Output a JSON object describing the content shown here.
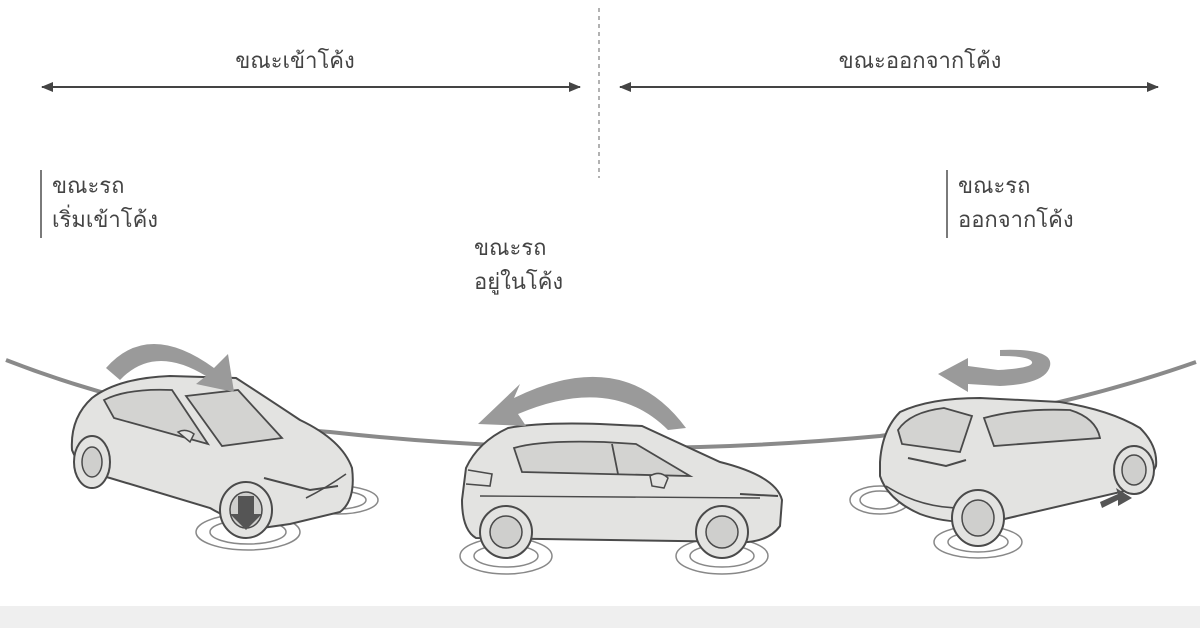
{
  "phases": {
    "entering": "ขณะเข้าโค้ง",
    "exiting": "ขณะออกจากโค้ง"
  },
  "stages": [
    {
      "line1": "ขณะรถ",
      "line2": "เริ่มเข้าโค้ง"
    },
    {
      "line1": "ขณะรถ",
      "line2": "อยู่ในโค้ง"
    },
    {
      "line1": "ขณะรถ",
      "line2": "ออกจากโค้ง"
    }
  ],
  "colors": {
    "arrow": "#9a9a9a",
    "car_fill": "#e3e3e1",
    "outline": "#4a4a4a",
    "road": "#8a8a8a",
    "text": "#444444"
  }
}
